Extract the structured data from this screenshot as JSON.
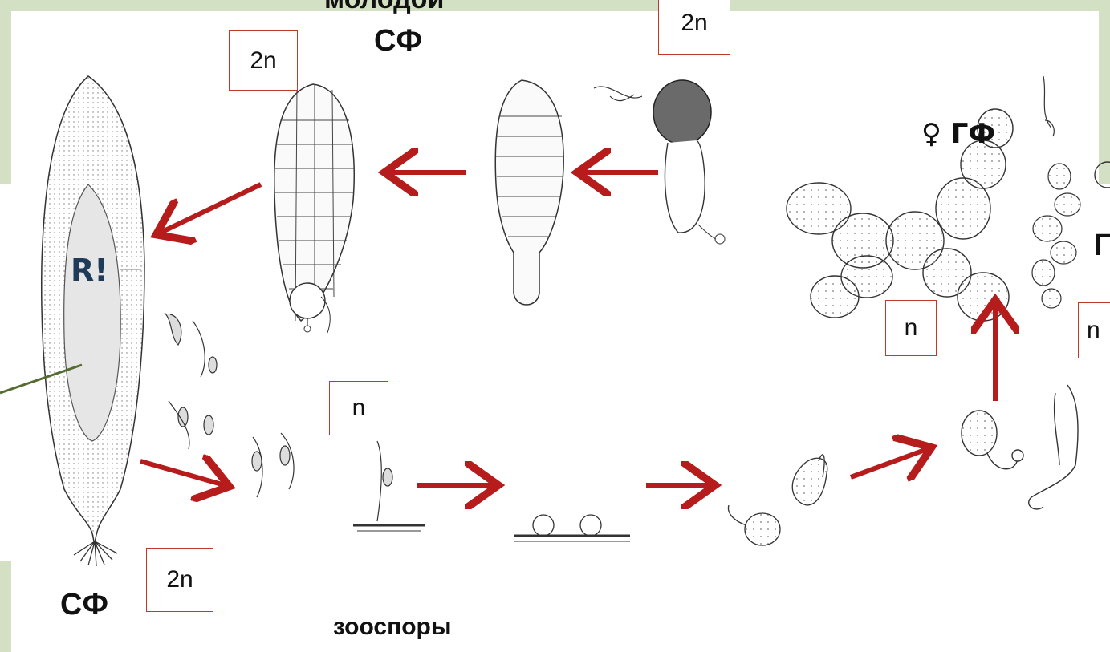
{
  "labels": {
    "young_sf_top": "молодой",
    "young_sf": "СФ",
    "female_gf": "♀ ГФ",
    "male_gf_partial": "Г",
    "sf_bottom": "СФ",
    "zoospores": "зооспоры",
    "r_mark": "R!"
  },
  "ploidy": {
    "young_sf_left": "2n",
    "young_sf_right": "2n",
    "zoospore": "n",
    "female_gf": "n",
    "male_gf": "n",
    "sf_bottom": "2n"
  },
  "colors": {
    "frame": "#d4e0c4",
    "arrow": "#b71c1c",
    "box_border": "#c0392b",
    "r_label": "#1f3b5a",
    "pointer_line": "#556b2f"
  }
}
